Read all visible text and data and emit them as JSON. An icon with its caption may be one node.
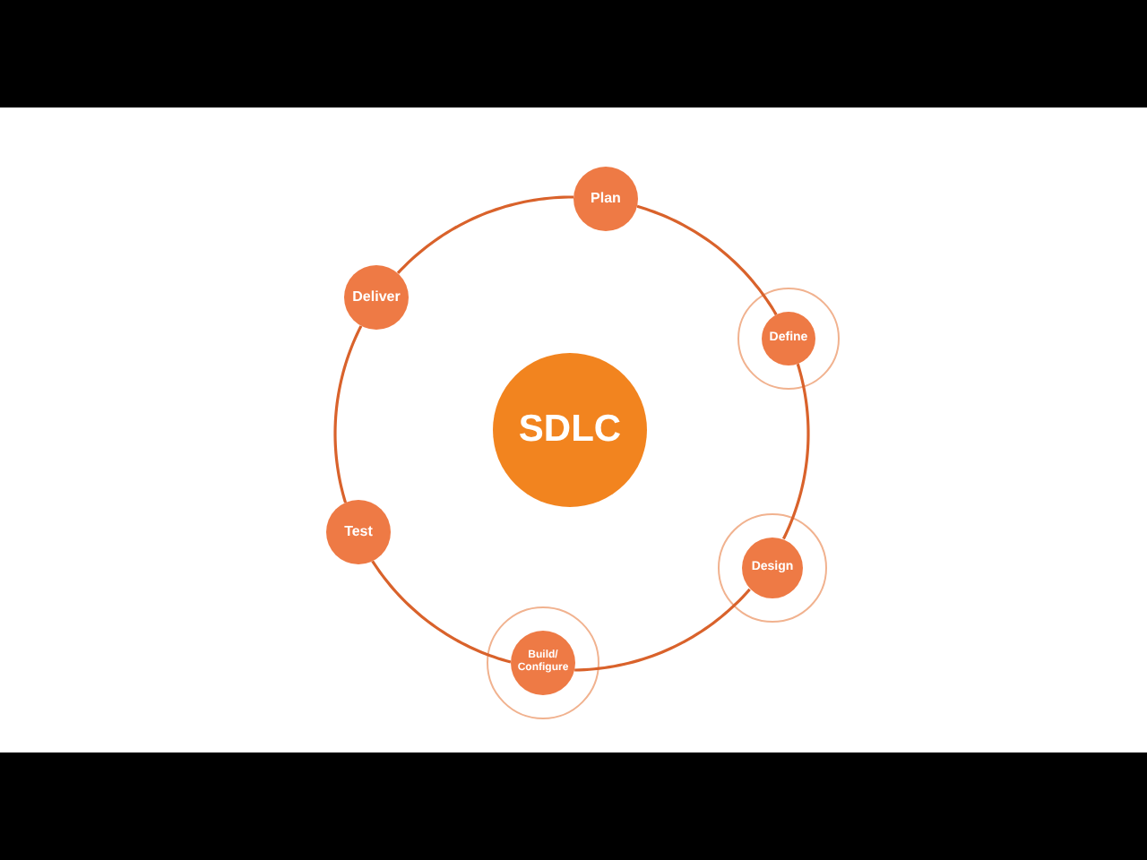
{
  "diagram": {
    "nodes": [
      {
        "text": [
          "SDLC"
        ]
      },
      {
        "text": [
          "Plan"
        ]
      },
      {
        "text": [
          "Define"
        ]
      },
      {
        "text": [
          "Design"
        ]
      },
      {
        "text": [
          "Build/ Configure"
        ]
      },
      {
        "text": [
          "Test"
        ]
      },
      {
        "text": [
          "Deliver"
        ]
      }
    ],
    "edges": [
      {
        "from": 1,
        "to": 2,
        "arrow": "none"
      },
      {
        "from": 2,
        "to": 3,
        "arrow": "none"
      },
      {
        "from": 3,
        "to": 4,
        "arrow": "none"
      },
      {
        "from": 4,
        "to": 5,
        "arrow": "none"
      },
      {
        "from": 5,
        "to": 6,
        "arrow": "none"
      },
      {
        "from": 6,
        "to": 1,
        "arrow": "none"
      }
    ]
  }
}
